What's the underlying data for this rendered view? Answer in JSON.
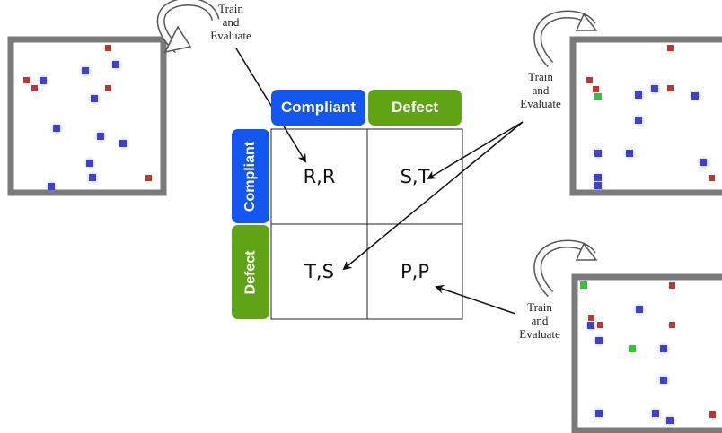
{
  "matrix": {
    "col_headers": [
      "Compliant",
      "Defect"
    ],
    "row_headers": [
      "Compliant",
      "Defect"
    ],
    "cells": [
      [
        "R,R",
        "S,T"
      ],
      [
        "T,S",
        "P,P"
      ]
    ]
  },
  "colors": {
    "compliant": "#1357f0",
    "defect": "#5ea414",
    "env_border": "#7a7a7a",
    "blue_agent": "#4040cc",
    "red_agent": "#c23434",
    "green_agent": "#3cbf3c"
  },
  "train_label": {
    "lines": [
      "Train",
      "and",
      "Evaluate"
    ]
  },
  "icons": [
    "circular-arrow-icon"
  ]
}
